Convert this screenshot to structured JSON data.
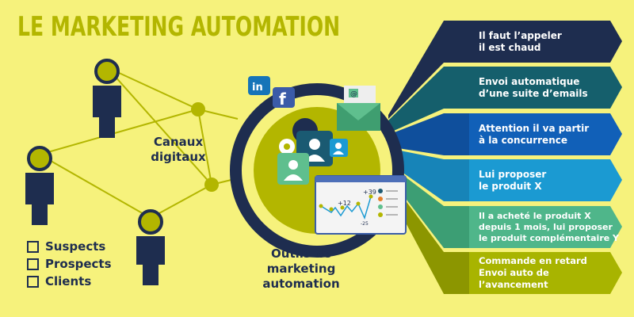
{
  "title": "LE MARKETING AUTOMATION",
  "channels_label": [
    "Canaux",
    "digitaux"
  ],
  "tools_label": [
    "Outils de marketing",
    "automation"
  ],
  "legend": [
    "Suspects",
    "Prospects",
    "Clients"
  ],
  "chart_labels": {
    "peak": "+39",
    "mid": "+12",
    "low": "-25"
  },
  "banners": [
    {
      "lines": [
        "Il faut l’appeler",
        "il est chaud"
      ],
      "color": "#1e2d4f"
    },
    {
      "lines": [
        "Envoi automatique",
        "d’une suite d’emails"
      ],
      "color": "#155f6c"
    },
    {
      "lines": [
        "Attention il va partir",
        "à la concurrence"
      ],
      "color": "#1160b8"
    },
    {
      "lines": [
        "Lui proposer",
        "le produit X"
      ],
      "color": "#1b9ad2"
    },
    {
      "lines": [
        "Il a acheté le produit X",
        "depuis 1 mois, lui proposer",
        "le produit complémentaire Y"
      ],
      "color": "#4fb68a"
    },
    {
      "lines": [
        "Commande en retard",
        "Envoi auto de l’avancement"
      ],
      "color": "#a8b400"
    }
  ],
  "icons": [
    "linkedin-icon",
    "facebook-icon",
    "email-icon",
    "gear-icon",
    "user-icon",
    "chart-window-icon"
  ]
}
